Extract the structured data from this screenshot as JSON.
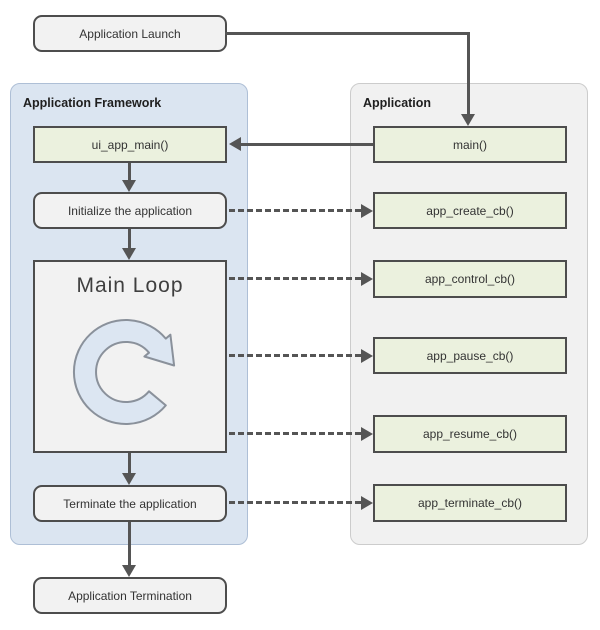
{
  "colors": {
    "page_bg": "#ffffff",
    "framework_panel_bg": "#dbe5f1",
    "framework_panel_border": "#aebfd6",
    "application_panel_bg": "#f1f1f1",
    "application_panel_border": "#cccccc",
    "callback_box_bg": "#ebf1de",
    "process_box_bg": "#f2f2f2",
    "box_border": "#4d4d4d",
    "arrow_color": "#555555",
    "loop_icon_fill": "#dce6f2",
    "loop_icon_stroke": "#8a919b",
    "label_color": "#333333",
    "panel_title_color": "#1f1f1f"
  },
  "launch_node": {
    "label": "Application Launch"
  },
  "termination_node": {
    "label": "Application Termination"
  },
  "framework_panel": {
    "title": "Application Framework",
    "ui_app_main": "ui_app_main()",
    "initialize": "Initialize the application",
    "main_loop": "Main Loop",
    "terminate": "Terminate the application"
  },
  "application_panel": {
    "title": "Application",
    "main": "main()",
    "create_cb": "app_create_cb()",
    "control_cb": "app_control_cb()",
    "pause_cb": "app_pause_cb()",
    "resume_cb": "app_resume_cb()",
    "terminate_cb": "app_terminate_cb()"
  },
  "icons": {
    "main_loop_icon": "circular-arrow-clockwise-icon"
  }
}
